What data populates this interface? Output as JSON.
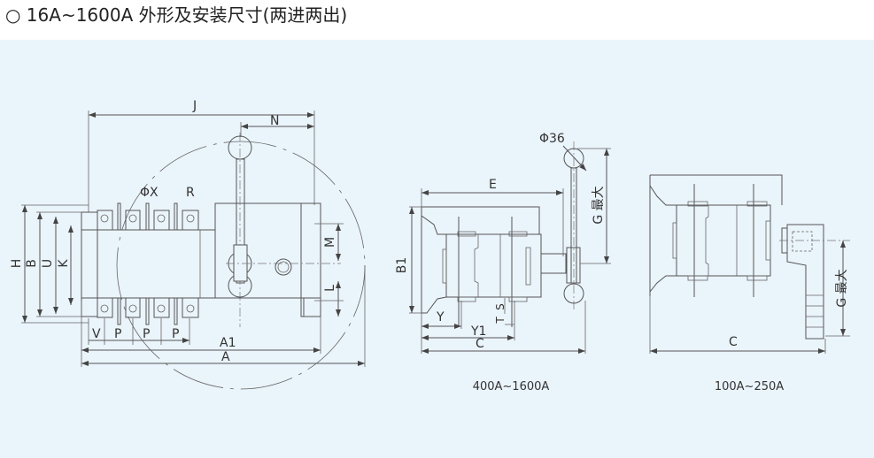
{
  "title": "○ 16A~1600A 外形及安装尺寸(两进两出)",
  "front_view": {
    "labels": {
      "J": "J",
      "N": "N",
      "phiX": "ΦX",
      "R": "R",
      "H": "H",
      "B": "B",
      "U": "U",
      "K": "K",
      "M": "M",
      "L": "L",
      "V": "V",
      "P1": "P",
      "P2": "P",
      "P3": "P",
      "A1": "A1",
      "A": "A"
    }
  },
  "side_view_large": {
    "labels": {
      "phi36": "Φ36",
      "E": "E",
      "B1": "B1",
      "G": "G 最大",
      "Y": "Y",
      "Y1": "Y1",
      "S": "S",
      "T": "T",
      "C": "C"
    },
    "caption": "400A~1600A"
  },
  "side_view_small": {
    "labels": {
      "G": "G 最大",
      "C": "C"
    },
    "caption": "100A~250A"
  }
}
